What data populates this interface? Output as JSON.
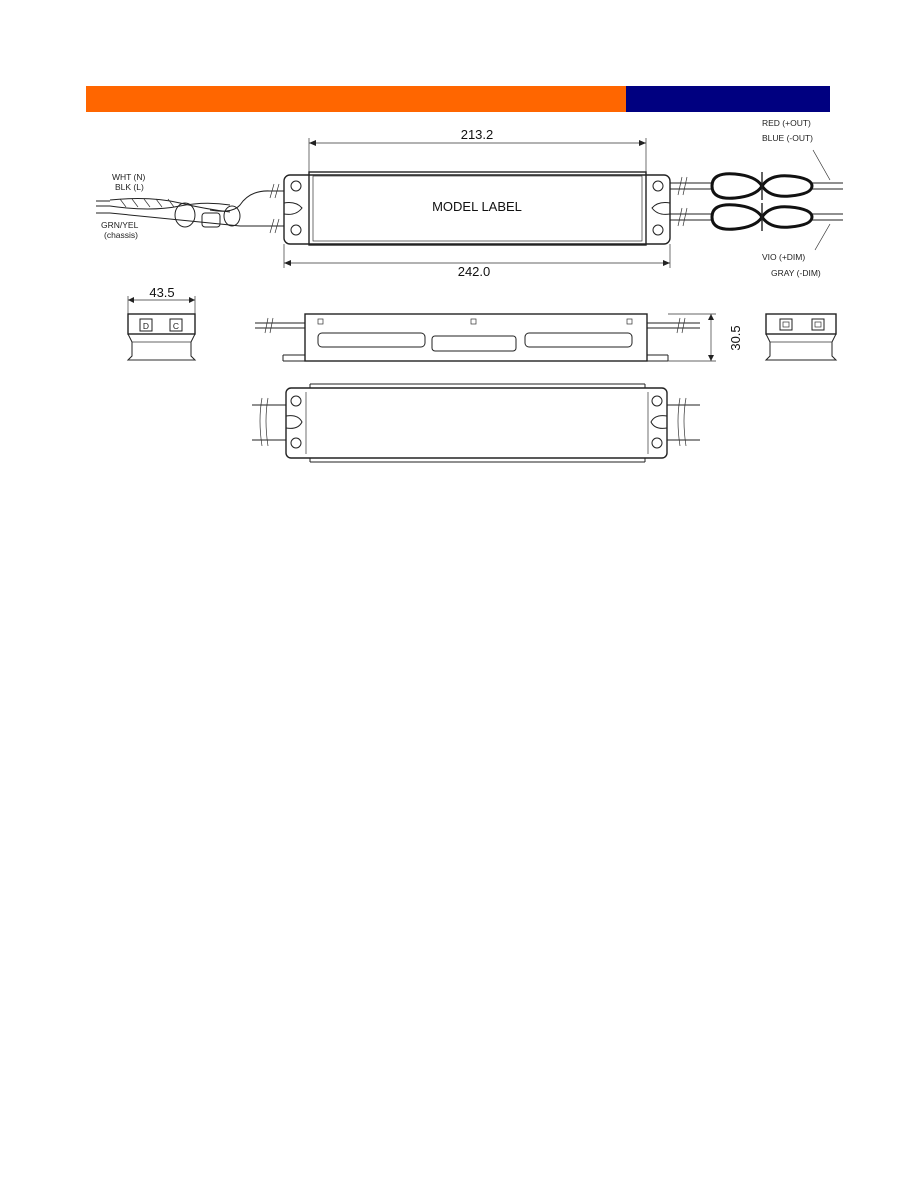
{
  "header": {
    "colors": {
      "orange": "#FF6600",
      "navy": "#000080"
    }
  },
  "dimensions": {
    "label_width": "213.2",
    "overall_length": "242.0",
    "width": "43.5",
    "height": "30.5"
  },
  "body_label": "MODEL LABEL",
  "wires": {
    "input": {
      "neutral": "WHT (N)",
      "line": "BLK (L)",
      "ground": "GRN/YEL",
      "ground_note": "(chassis)"
    },
    "output": {
      "positive": "RED (+OUT)",
      "negative": "BLUE (-OUT)"
    },
    "dimming": {
      "positive": "VIO (+DIM)",
      "negative": "GRAY (-DIM)"
    }
  }
}
